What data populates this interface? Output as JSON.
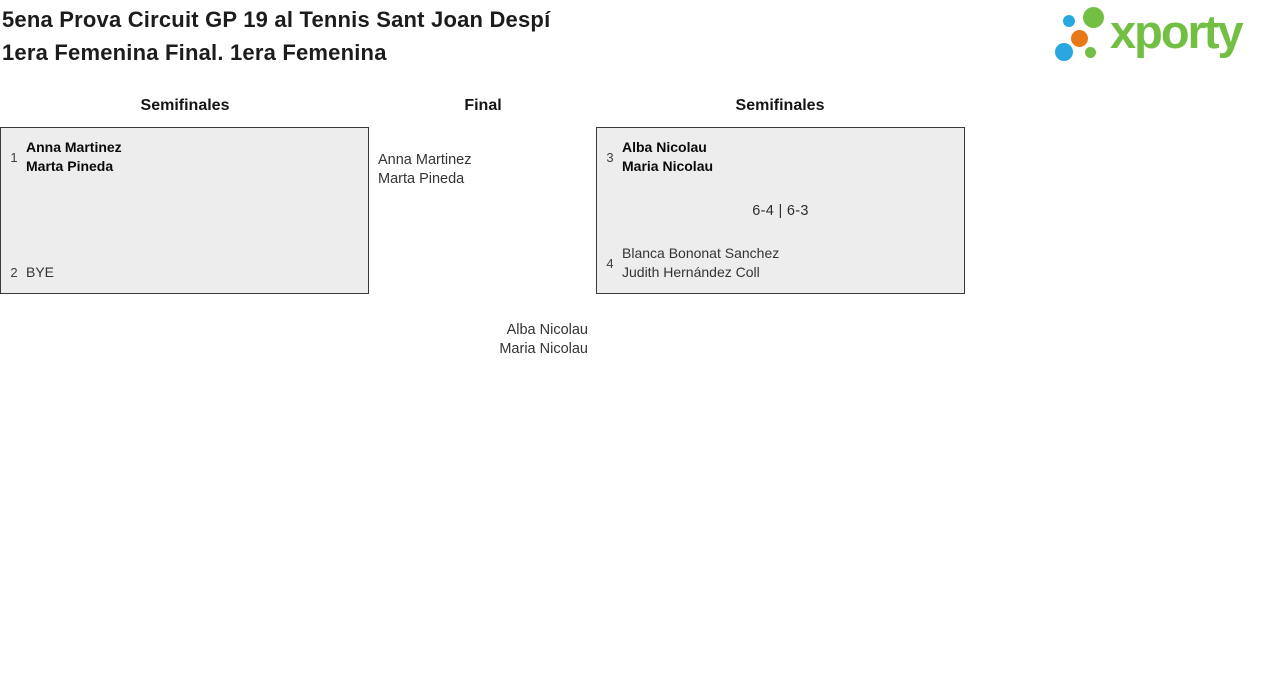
{
  "header": {
    "title_line1": "5ena Prova Circuit GP 19 al Tennis Sant Joan Despí",
    "title_line2": "1era Femenina Final. 1era Femenina"
  },
  "logo": {
    "wordmark": "xporty",
    "colors": {
      "green": "#72bf44",
      "blue": "#29a8e0",
      "orange": "#e87917"
    }
  },
  "bracket": {
    "columns": {
      "left_header": "Semifinales",
      "mid_header": "Final",
      "right_header": "Semifinales"
    },
    "semi_left": {
      "team1": {
        "seed": "1",
        "player1": "Anna Martinez",
        "player2": "Marta Pineda"
      },
      "team2": {
        "seed": "2",
        "player1": "BYE",
        "player2": ""
      },
      "score": ""
    },
    "semi_right": {
      "team1": {
        "seed": "3",
        "player1": "Alba Nicolau",
        "player2": "Maria Nicolau"
      },
      "team2": {
        "seed": "4",
        "player1": "Blanca Bononat Sanchez",
        "player2": "Judith Hernández Coll"
      },
      "score": "6-4 | 6-3"
    },
    "final": {
      "finalist_top": {
        "player1": "Anna Martinez",
        "player2": "Marta Pineda"
      },
      "finalist_bottom": {
        "player1": "Alba Nicolau",
        "player2": "Maria Nicolau"
      }
    }
  },
  "ui_colors": {
    "box_background": "#ededed",
    "box_border": "#3a3a3a",
    "text_primary": "#1c1c1c"
  }
}
